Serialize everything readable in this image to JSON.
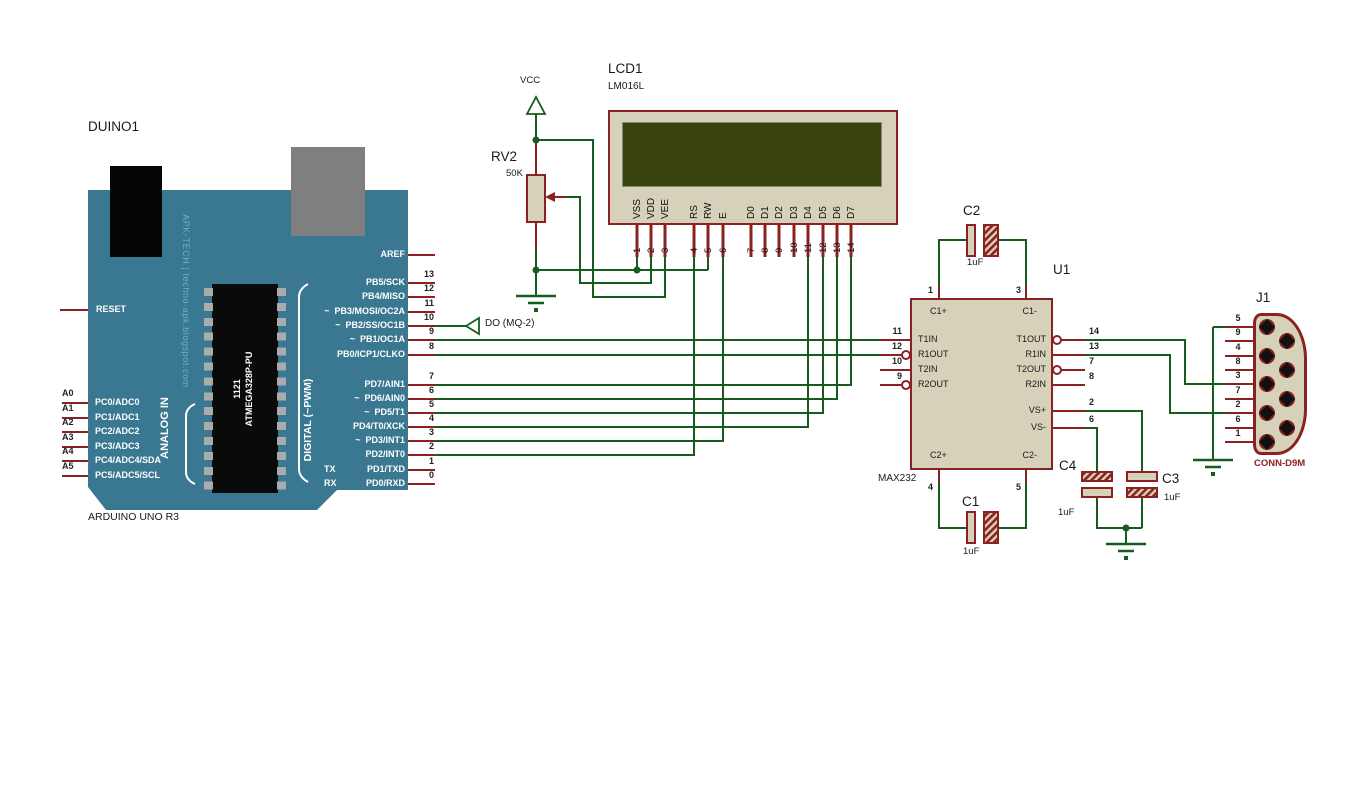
{
  "colors": {
    "board_teal": "#3A7791",
    "wire_green": "#175C1D",
    "component_outline": "#8B2121",
    "component_fill": "#D6D2BA",
    "lcd_screen": "#39430F",
    "watermark": "#6FAFC9"
  },
  "arduino": {
    "ref": "DUINO1",
    "board_name": "ARDUINO UNO R3",
    "watermark": "APK-TECH | techno-apk.blogspot.com",
    "chip_marking": "1121",
    "chip_part": "ATMEGA328P-PU",
    "analog_group": "ANALOG IN",
    "digital_group": "DIGITAL (~PWM)",
    "reset": "RESET",
    "aref": "AREF",
    "tx": "TX",
    "rx": "RX",
    "pwm_mark": "~",
    "analog_terminals": [
      "A0",
      "A1",
      "A2",
      "A3",
      "A4",
      "A5"
    ],
    "analog_pins": [
      "PC0/ADC0",
      "PC1/ADC1",
      "PC2/ADC2",
      "PC3/ADC3",
      "PC4/ADC4/SDA",
      "PC5/ADC5/SCL"
    ],
    "digital_pins": [
      {
        "num": "13",
        "label": "PB5/SCK"
      },
      {
        "num": "12",
        "label": "PB4/MISO"
      },
      {
        "num": "11",
        "label": "PB3/MOSI/OC2A"
      },
      {
        "num": "10",
        "label": "PB2/SS/OC1B"
      },
      {
        "num": "9",
        "label": "PB1/OC1A"
      },
      {
        "num": "8",
        "label": "PB0/ICP1/CLKO"
      },
      {
        "num": "7",
        "label": "PD7/AIN1"
      },
      {
        "num": "6",
        "label": "PD6/AIN0"
      },
      {
        "num": "5",
        "label": "PD5/T1"
      },
      {
        "num": "4",
        "label": "PD4/T0/XCK"
      },
      {
        "num": "3",
        "label": "PD3/INT1"
      },
      {
        "num": "2",
        "label": "PD2/INT0"
      },
      {
        "num": "1",
        "label": "PD1/TXD"
      },
      {
        "num": "0",
        "label": "PD0/RXD"
      }
    ]
  },
  "lcd": {
    "ref": "LCD1",
    "value": "LM016L",
    "pins": [
      {
        "num": "1",
        "name": "VSS"
      },
      {
        "num": "2",
        "name": "VDD"
      },
      {
        "num": "3",
        "name": "VEE"
      },
      {
        "num": "4",
        "name": "RS"
      },
      {
        "num": "5",
        "name": "RW"
      },
      {
        "num": "6",
        "name": "E"
      },
      {
        "num": "7",
        "name": "D0"
      },
      {
        "num": "8",
        "name": "D1"
      },
      {
        "num": "9",
        "name": "D2"
      },
      {
        "num": "10",
        "name": "D3"
      },
      {
        "num": "11",
        "name": "D4"
      },
      {
        "num": "12",
        "name": "D5"
      },
      {
        "num": "13",
        "name": "D6"
      },
      {
        "num": "14",
        "name": "D7"
      }
    ]
  },
  "pot": {
    "ref": "RV2",
    "value": "50K"
  },
  "power": {
    "vcc": "VCC"
  },
  "terminal": {
    "label": "DO (MQ-2)"
  },
  "max232": {
    "ref": "U1",
    "value": "MAX232",
    "top_pins": [
      {
        "num": "1",
        "name": "C1+"
      },
      {
        "num": "3",
        "name": "C1-"
      }
    ],
    "bottom_pins": [
      {
        "num": "4",
        "name": "C2+"
      },
      {
        "num": "5",
        "name": "C2-"
      }
    ],
    "left_pins": [
      {
        "num": "11",
        "name": "T1IN"
      },
      {
        "num": "12",
        "name": "R1OUT"
      },
      {
        "num": "10",
        "name": "T2IN"
      },
      {
        "num": "9",
        "name": "R2OUT"
      }
    ],
    "right_pins": [
      {
        "num": "14",
        "name": "T1OUT"
      },
      {
        "num": "13",
        "name": "R1IN"
      },
      {
        "num": "7",
        "name": "T2OUT"
      },
      {
        "num": "8",
        "name": "R2IN"
      },
      {
        "num": "2",
        "name": "VS+"
      },
      {
        "num": "6",
        "name": "VS-"
      }
    ]
  },
  "capacitors": [
    {
      "ref": "C1",
      "value": "1uF"
    },
    {
      "ref": "C2",
      "value": "1uF"
    },
    {
      "ref": "C3",
      "value": "1uF"
    },
    {
      "ref": "C4",
      "value": "1uF"
    }
  ],
  "db9": {
    "ref": "J1",
    "value": "CONN-D9M",
    "pins": [
      "5",
      "9",
      "4",
      "8",
      "3",
      "7",
      "2",
      "6",
      "1"
    ]
  }
}
